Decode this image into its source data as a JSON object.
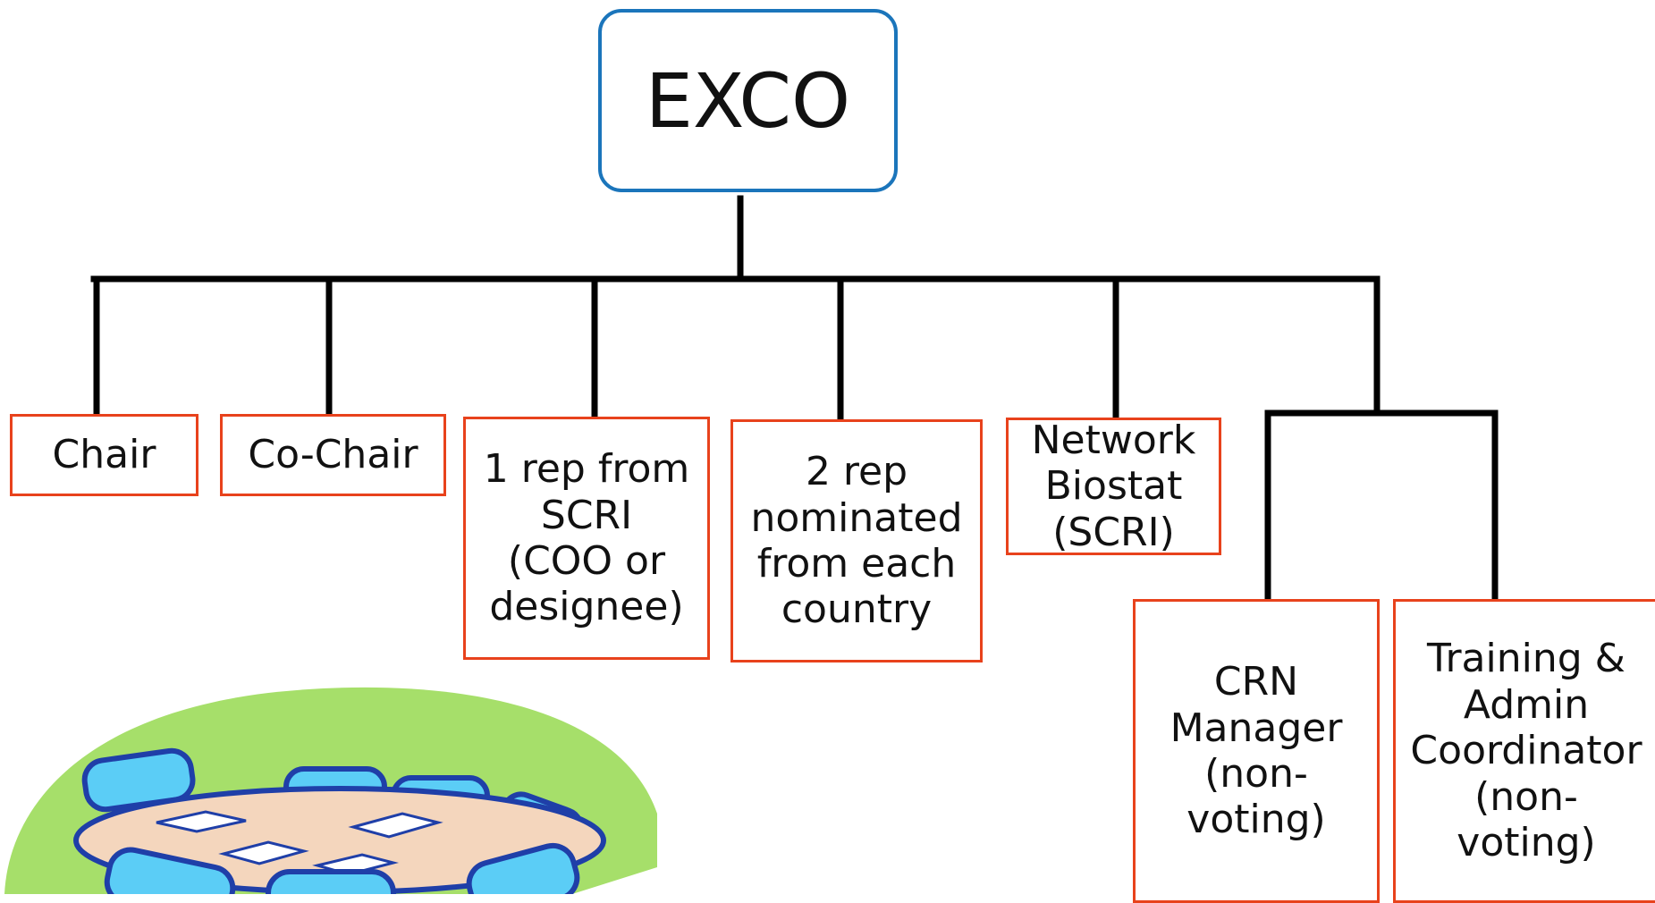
{
  "root": {
    "label": "EXCO",
    "border_color": "#1b75bb"
  },
  "members": [
    {
      "id": "chair",
      "label": "Chair"
    },
    {
      "id": "co-chair",
      "label": "Co-Chair"
    },
    {
      "id": "scri-rep",
      "label": "1 rep from\nSCRI\n(COO or\ndesignee)"
    },
    {
      "id": "country-reps",
      "label": "2 rep\nnominated\nfrom each\ncountry"
    },
    {
      "id": "network-biostat",
      "label": "Network\nBiostat\n(SCRI)"
    }
  ],
  "non_voting": [
    {
      "id": "crn-manager",
      "label": "CRN\nManager\n(non-\nvoting)"
    },
    {
      "id": "training-admin",
      "label": "Training &\nAdmin\nCoordinator\n(non-\nvoting)"
    }
  ],
  "colors": {
    "node_border": "#e8421c",
    "connector": "#000000",
    "lawn": "#a6df6a",
    "chairs": "#5bcdf6",
    "table": "#f4d6bd"
  },
  "illustration": "meeting-table-clipart"
}
